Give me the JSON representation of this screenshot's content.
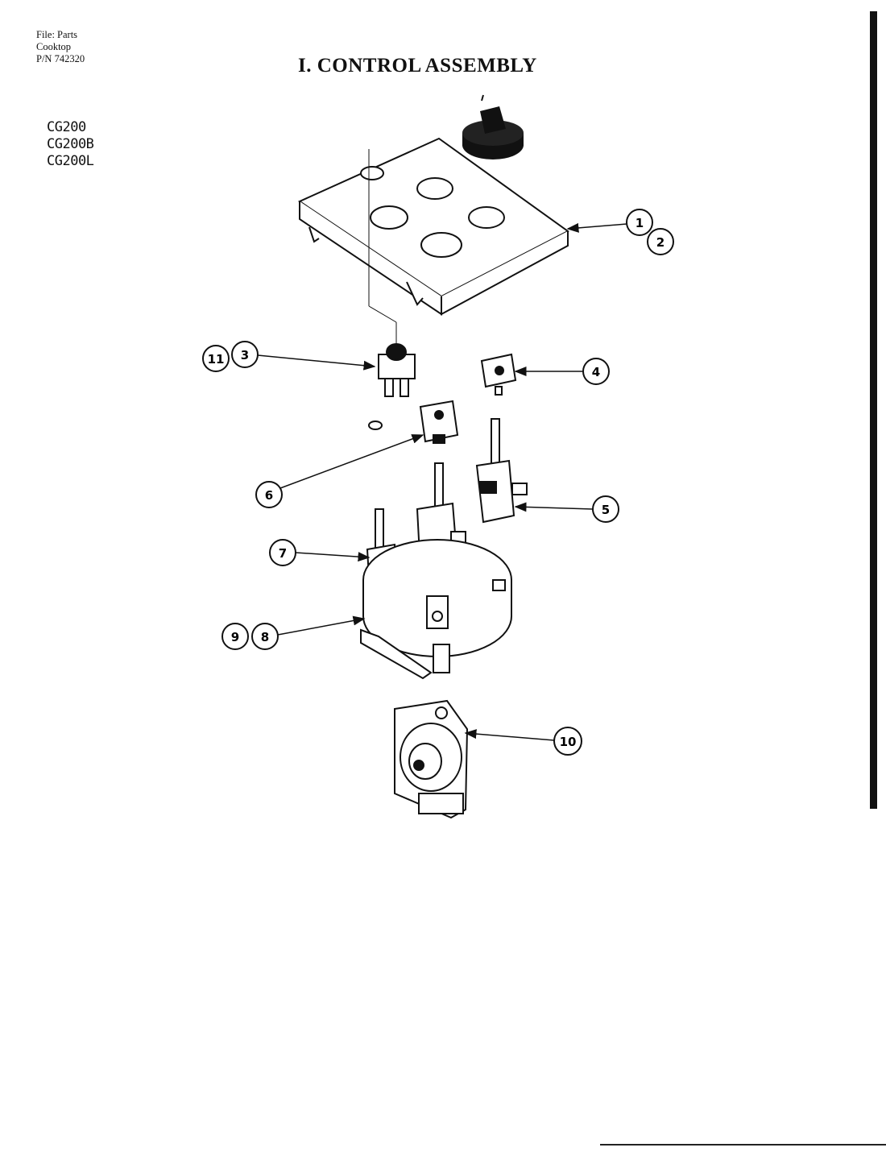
{
  "header": {
    "file_line": "File: Parts",
    "category_line": "Cooktop",
    "pn_line": "P/N 742320"
  },
  "title": "I. CONTROL ASSEMBLY",
  "models": [
    "CG200",
    "CG200B",
    "CG200L"
  ],
  "callouts": [
    "1",
    "2",
    "11",
    "3",
    "4",
    "6",
    "5",
    "7",
    "9",
    "8",
    "10"
  ],
  "colors": {
    "ink": "#111111",
    "paper": "#ffffff"
  }
}
